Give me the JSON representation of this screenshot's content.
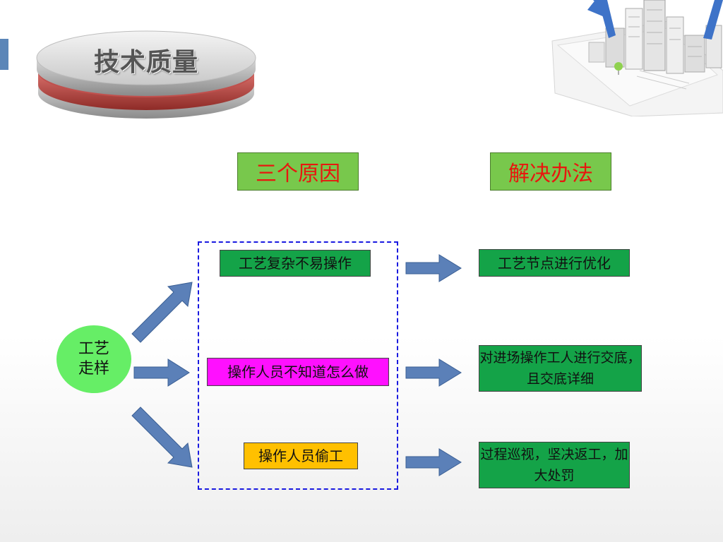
{
  "title": "技术质量",
  "headers": {
    "reasons": "三个原因",
    "solutions": "解决办法"
  },
  "hub": {
    "line1": "工艺",
    "line2": "走样"
  },
  "reasons": [
    "工艺复杂不易操作",
    "操作人员不知道怎么做",
    "操作人员偷工"
  ],
  "solutions": [
    "工艺节点进行优化",
    "对进场操作工人进行交底，且交底详细",
    "过程巡视，坚决返工，加大处罚"
  ],
  "colors": {
    "header_bg": "#78c84c",
    "header_text": "#e8170f",
    "hub": "#66ee66",
    "reason_1_bg": "#14a348",
    "reason_2_bg": "#ff10ff",
    "reason_3_bg": "#ffc000",
    "solution_bg": "#14a348",
    "arrow_fill": "#5b80b8",
    "group_border": "#1a1ae0",
    "disc_red": "#c0504d"
  }
}
